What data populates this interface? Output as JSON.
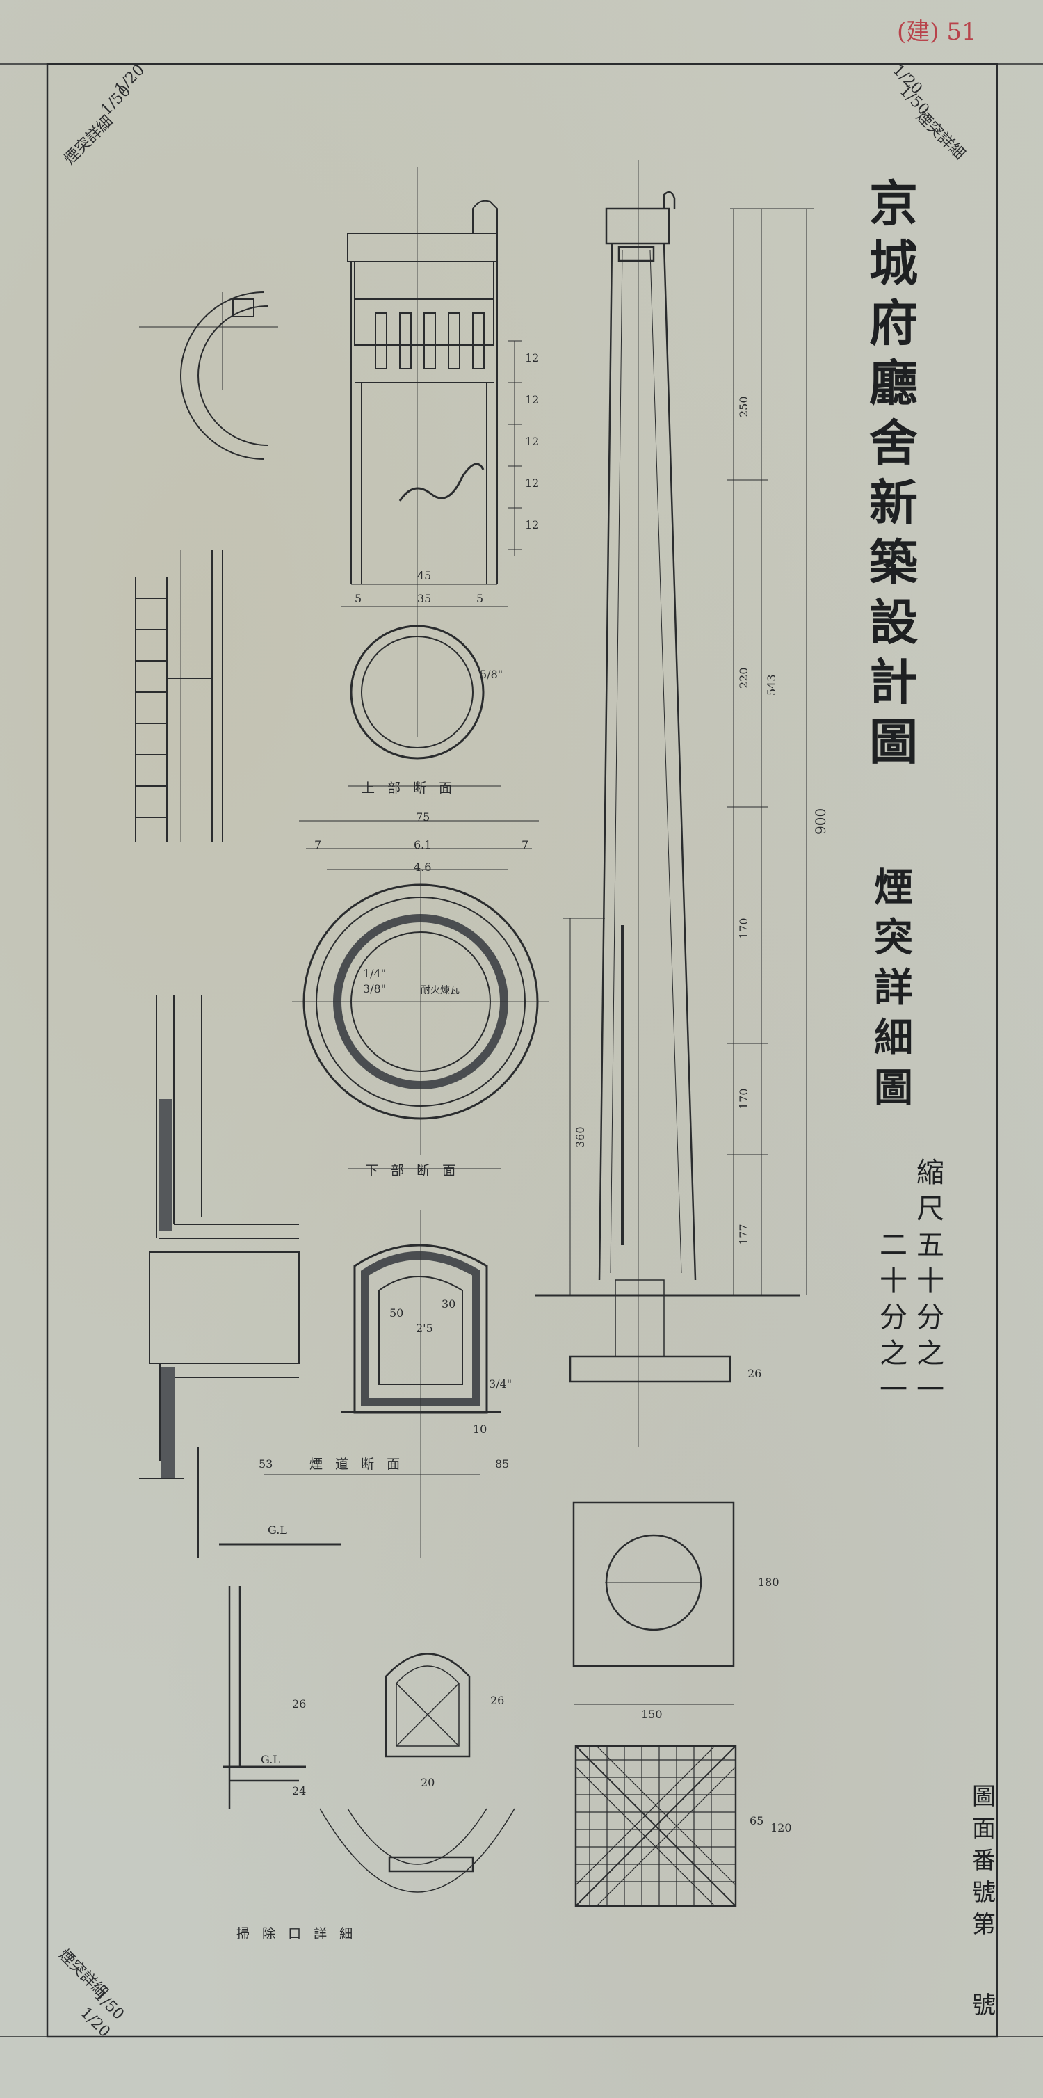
{
  "sheet": {
    "title_chars": [
      "京",
      "城",
      "府",
      "廳",
      "舍",
      "新",
      "築",
      "設",
      "計",
      "圖"
    ],
    "subtitle_chars": [
      "煙",
      "突",
      "詳",
      "細",
      "圖"
    ],
    "scale_col1": [
      "縮",
      "尺",
      "五",
      "十",
      "分",
      "之",
      "一"
    ],
    "scale_col2": [
      "二",
      "十",
      "分",
      "之",
      "一"
    ],
    "drawing_number": [
      "圖",
      "面",
      "番",
      "號",
      "第",
      "號"
    ]
  },
  "labels": {
    "upper_section": "上 部 断 面",
    "lower_section": "下 部 断 面",
    "flue_section": "煙 道 断 面",
    "cleanout_detail": "掃 除 口 詳 細",
    "gl_left": "G.L",
    "gl_bottom": "G.L",
    "firebrick": "耐火煉瓦",
    "flue_left_number": "53"
  },
  "dimensions": {
    "cap_width": "45",
    "cap_inner": "35",
    "cap_side_left": "5",
    "cap_side_right": "5",
    "band_12": "12",
    "dia_75": "75",
    "dia_61": "6.1",
    "dia_46": "4.6",
    "side_7l": "7",
    "side_7r": "7",
    "flue_30": "30",
    "flue_50": "50",
    "flue_25": "2'5",
    "flue_10": "10",
    "flue_85": "85",
    "cleanout_26a": "26",
    "cleanout_26b": "26",
    "cleanout_24": "24",
    "cleanout_20": "20",
    "foundation_180": "180",
    "foundation_150": "150",
    "foundation_120": "120",
    "foundation_65": "65",
    "base_26": "26",
    "total_900": "900",
    "h_543": "543",
    "h_360": "360",
    "h_250": "250",
    "h_220": "220",
    "h_170": "170",
    "h_170b": "170",
    "h_177": "177",
    "bolt_a": "1/4\"",
    "bolt_b": "3/8\"",
    "bolt_c": "5/8\"",
    "bolt_d": "3/4\""
  },
  "stamps": {
    "top_left": [
      "煙突詳細",
      "1/50",
      "1/20"
    ],
    "top_right": [
      "煙突詳細",
      "1/50",
      "1/20"
    ],
    "bottom_left": [
      "煙突詳細",
      "1/50",
      "1/20"
    ]
  },
  "red_mark": "(建) 51"
}
